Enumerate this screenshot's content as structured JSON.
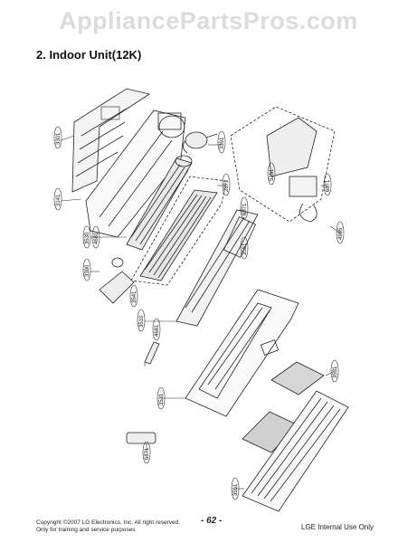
{
  "watermark": "AppliancePartsPros.com",
  "section_title": "2. Indoor Unit(12K)",
  "part_labels": {
    "p1": "3301",
    "p2": "3141",
    "p3": "3530",
    "p4": "4681",
    "p5": "3390",
    "p6": "3541",
    "p7": "3510",
    "p8": "4681",
    "p9": "3391",
    "p10": "2871",
    "p11": "6871",
    "p12": "3551",
    "p13": "4995",
    "p14": "6871",
    "p15": "5251",
    "p16": "3531",
    "p17": "3531",
    "p18": "3551",
    "p19": "6871"
  },
  "footer": {
    "copyright": "Copyright ©2007 LG Electronics. Inc. All right reserved.",
    "training": "Only for training and service purposes",
    "page": "- 62 -",
    "internal": "LGE Internal Use Only"
  }
}
